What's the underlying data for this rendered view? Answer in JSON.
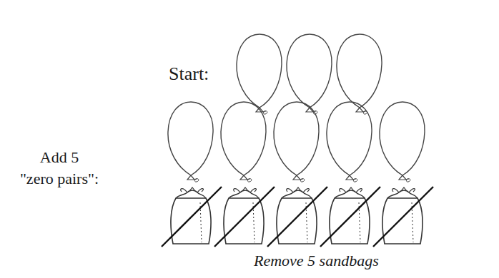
{
  "diagram": {
    "labels": [
      "Start:",
      "Add 5 \"zero pairs\":",
      "Remove 5 sandbags"
    ]
  }
}
